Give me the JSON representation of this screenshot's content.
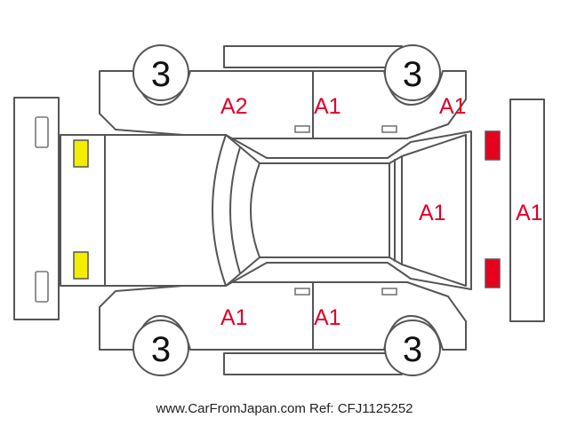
{
  "diagram": {
    "colors": {
      "outline": "#555555",
      "damage_label": "#e0002a",
      "marker_yellow": "#f3ee00",
      "marker_red": "#e8001f"
    },
    "marks": [
      {
        "id": "front-left-door",
        "text": "A2"
      },
      {
        "id": "rear-left-door",
        "text": "A1"
      },
      {
        "id": "rear-left-fender",
        "text": "A1"
      },
      {
        "id": "rear-hatch",
        "text": "A1"
      },
      {
        "id": "rear-bumper",
        "text": "A1"
      },
      {
        "id": "front-right-door",
        "text": "A1"
      },
      {
        "id": "rear-right-door",
        "text": "A1"
      }
    ],
    "wheels": [
      {
        "id": "front-left",
        "text": "3"
      },
      {
        "id": "rear-left",
        "text": "3"
      },
      {
        "id": "front-right",
        "text": "3"
      },
      {
        "id": "rear-right",
        "text": "3"
      }
    ],
    "markers": {
      "front": {
        "color": "yellow",
        "count": 2
      },
      "rear": {
        "color": "red",
        "count": 2
      }
    }
  },
  "footer": {
    "text": "www.CarFromJapan.com Ref: CFJ1125252"
  }
}
